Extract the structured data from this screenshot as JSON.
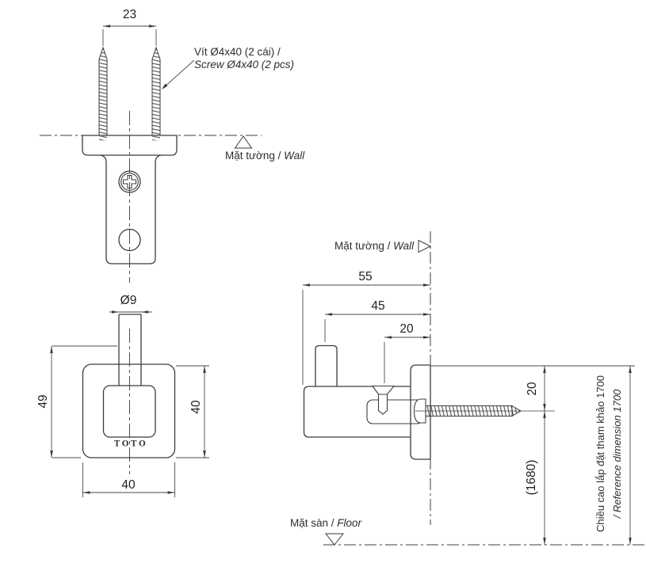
{
  "drawing": {
    "front_top": {
      "dim_screw_spacing": "23",
      "screw_spec_vi": "Vít Ø4x40 (2 cái) /",
      "screw_spec_en": "Screw Ø4x40 (2 pcs)",
      "wall_vi": "Mặt tường / ",
      "wall_en": "Wall"
    },
    "front_bottom": {
      "dim_stem_diameter": "Ø9",
      "dim_total_height": "49",
      "dim_plate_height": "40",
      "dim_plate_width": "40",
      "brand": "TOTO"
    },
    "side": {
      "wall_vi": "Mặt tường / ",
      "wall_en": "Wall",
      "dim_depth": "55",
      "dim_stub_offset": "45",
      "dim_screw_offset": "20",
      "dim_wall_top_to_axis": "20",
      "dim_floor_to_axis": "(1680)",
      "ref_note_vi": "Chiều cao lắp đặt tham khảo 1700",
      "ref_note_en": "/ Reference dimension 1700",
      "floor_vi": "Mặt sàn / ",
      "floor_en": "Floor"
    },
    "colors": {
      "line": "#3c3c3c",
      "thin_line": "#4a4a4a",
      "background": "#ffffff"
    }
  }
}
